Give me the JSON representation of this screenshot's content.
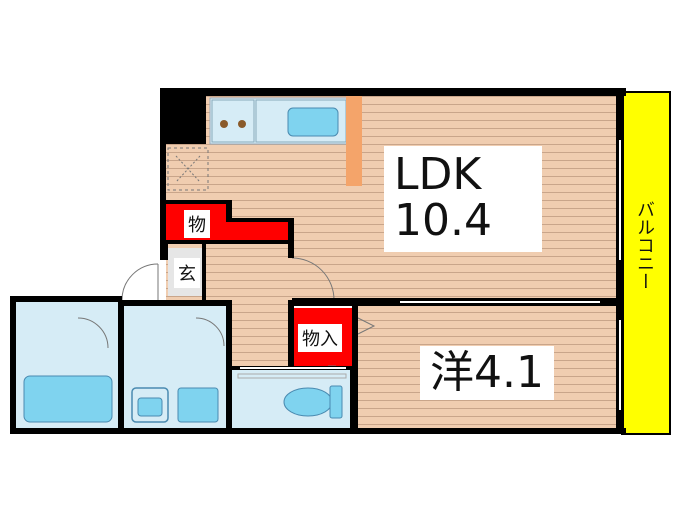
{
  "rooms": {
    "ldk": {
      "name": "LDK",
      "size": "10.4"
    },
    "western": {
      "name": "洋4.1"
    },
    "closet1": {
      "name": "物"
    },
    "closet2": {
      "name": "物入"
    },
    "entrance": {
      "name": "玄"
    },
    "balcony": {
      "name": "バルコニー"
    }
  },
  "colors": {
    "wall": "#000000",
    "floor_wood": "#f0cdb0",
    "floor_line": "#c9a58a",
    "wet_area": "#d6ecf6",
    "fixture": "#7fd3ef",
    "balcony": "#ffff00",
    "storage": "#ff0000",
    "counter": "#f4a46a"
  }
}
